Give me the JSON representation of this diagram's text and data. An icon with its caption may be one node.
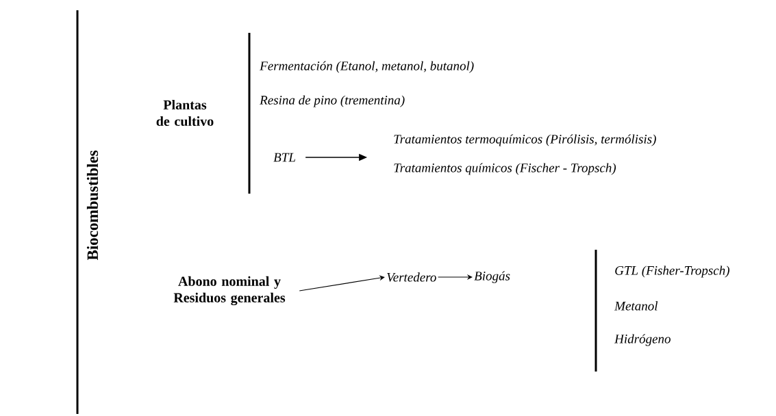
{
  "diagram": {
    "nodes": [
      {
        "text": [
          "Biocombustibles"
        ]
      },
      {
        "text": [
          "Plantas de cultivo"
        ]
      },
      {
        "text": [
          "Fermentación (Etanol, metanol, butanol)"
        ]
      },
      {
        "text": [
          "Resina de pino (trementina)"
        ]
      },
      {
        "text": [
          "BTL"
        ]
      },
      {
        "text": [
          "Tratamientos termoquímicos (Pirólisis, termólisis)"
        ]
      },
      {
        "text": [
          "Tratamientos químicos (Fischer - Tropsch)"
        ]
      },
      {
        "text": [
          "Abono nominal y Residuos generales"
        ]
      },
      {
        "text": [
          "Vertedero"
        ]
      },
      {
        "text": [
          "Biogás"
        ]
      },
      {
        "text": [
          "GTL (Fisher-Tropsch)"
        ]
      },
      {
        "text": [
          "Metanol"
        ]
      },
      {
        "text": [
          "Hidrógeno"
        ]
      }
    ],
    "edges": [
      {
        "from": 4,
        "to": null,
        "arrow": "to"
      },
      {
        "from": 7,
        "to": 8,
        "arrow": "to"
      },
      {
        "from": 8,
        "to": 9,
        "arrow": "to"
      }
    ]
  }
}
